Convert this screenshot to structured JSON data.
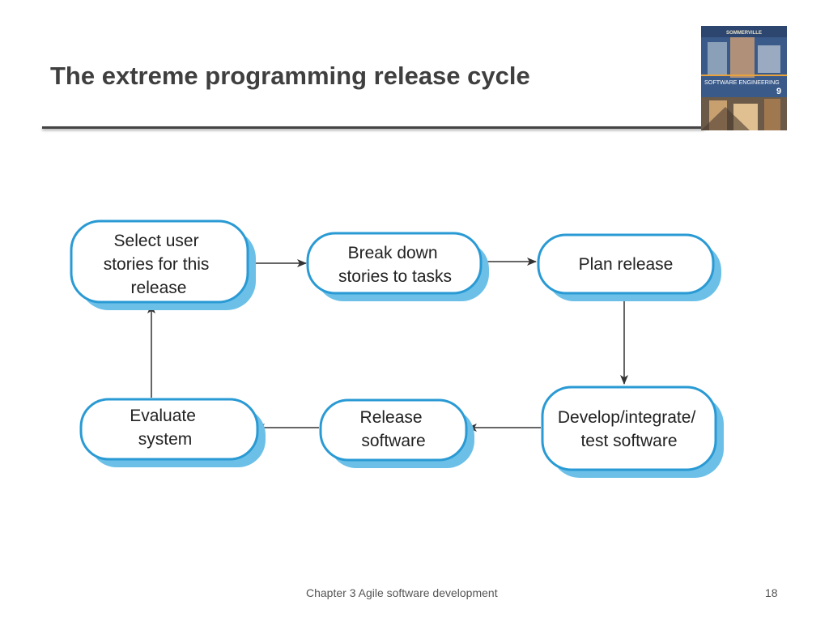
{
  "slide": {
    "title": "The extreme programming release cycle"
  },
  "book_cover": {
    "author": "SOMMERVILLE",
    "title": "SOFTWARE ENGINEERING",
    "edition": "9",
    "colors": {
      "background": "#3a5a8a",
      "accent": "#e8a33c"
    }
  },
  "diagram": {
    "colors": {
      "fill": "#ffffff",
      "stroke": "#2a9ad4",
      "shadow": "#6cc0e8",
      "arrow": "#333333"
    },
    "nodes": [
      {
        "id": "select",
        "lines": [
          "Select user",
          "stories for this",
          "release"
        ]
      },
      {
        "id": "breakdown",
        "lines": [
          "Break down",
          "stories to tasks"
        ]
      },
      {
        "id": "plan",
        "lines": [
          "Plan release"
        ]
      },
      {
        "id": "develop",
        "lines": [
          "Develop/integrate/",
          "test software"
        ]
      },
      {
        "id": "release",
        "lines": [
          "Release",
          "software"
        ]
      },
      {
        "id": "evaluate",
        "lines": [
          "Evaluate",
          "system"
        ]
      }
    ],
    "edges": [
      {
        "from": "select",
        "to": "breakdown"
      },
      {
        "from": "breakdown",
        "to": "plan"
      },
      {
        "from": "plan",
        "to": "develop"
      },
      {
        "from": "develop",
        "to": "release"
      },
      {
        "from": "release",
        "to": "evaluate"
      },
      {
        "from": "evaluate",
        "to": "select"
      }
    ]
  },
  "footer": {
    "chapter": "Chapter 3 Agile software development",
    "page": "18"
  }
}
